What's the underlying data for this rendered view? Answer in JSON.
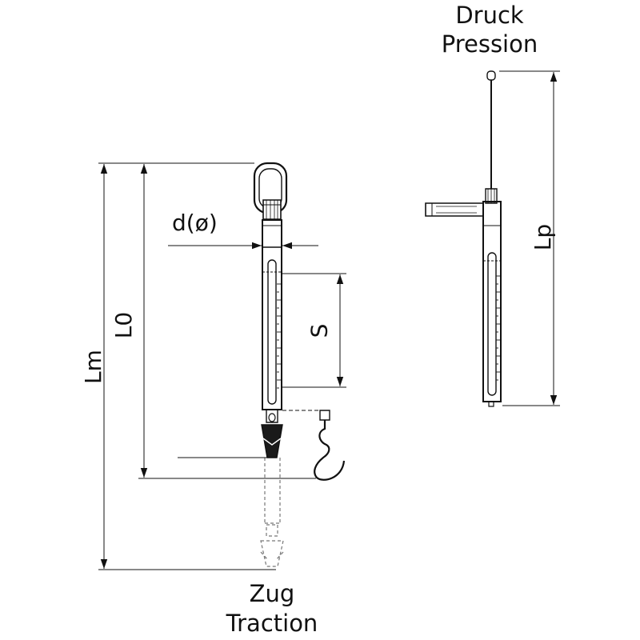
{
  "labels": {
    "pressure_top": "Druck",
    "pressure_bottom": "Pression",
    "tension_top": "Zug",
    "tension_bottom": "Traction",
    "diameter": "d(ø)",
    "stroke": "S",
    "length_zero": "L0",
    "length_max": "Lm",
    "length_pressure": "Lp"
  },
  "colors": {
    "ink": "#111111",
    "fill_dark": "#1a1a1a",
    "dashed": "#777777"
  }
}
